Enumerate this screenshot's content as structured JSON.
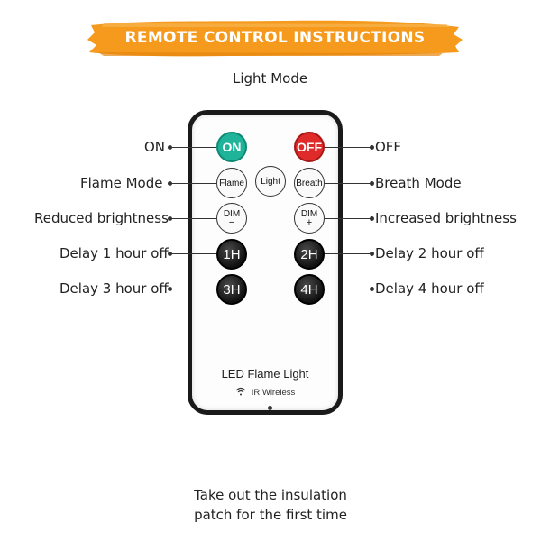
{
  "banner": {
    "title": "REMOTE CONTROL INSTRUCTIONS",
    "color": "#f59a1c"
  },
  "labels": {
    "light_mode": "Light Mode",
    "on": "ON",
    "off": "OFF",
    "flame_mode": "Flame Mode",
    "breath_mode": "Breath Mode",
    "reduced_brightness": "Reduced brightness",
    "increased_brightness": "Increased brightness",
    "delay_1": "Delay 1 hour off",
    "delay_2": "Delay 2 hour off",
    "delay_3": "Delay 3 hour off",
    "delay_4": "Delay 4 hour off",
    "insulation_line1": "Take out the insulation",
    "insulation_line2": "patch for the first time"
  },
  "remote": {
    "buttons": {
      "on": "ON",
      "off": "OFF",
      "flame": "Flame",
      "light": "Light",
      "breath": "Breath",
      "dim": "DIM",
      "dim_minus": "−",
      "dim_plus": "+",
      "h1": "1H",
      "h2": "2H",
      "h3": "3H",
      "h4": "4H"
    },
    "brand": "LED Flame Light",
    "ir": "IR Wireless",
    "colors": {
      "on": "#1fb39a",
      "off": "#e02b2b"
    }
  }
}
